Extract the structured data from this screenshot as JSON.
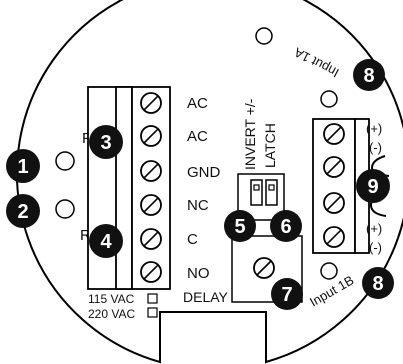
{
  "terminal_labels": [
    "AC",
    "AC",
    "GND",
    "NC",
    "C",
    "NO"
  ],
  "voltage_labels": [
    "115 VAC",
    "220 VAC"
  ],
  "switch_labels": {
    "invert": "INVERT +/-",
    "latch": "LATCH"
  },
  "delay_label": "DELAY",
  "input_labels": {
    "a": "Input 1A",
    "b": "Input 1B"
  },
  "led_labels": {
    "p": "P",
    "r": "R"
  },
  "polarity_labels": [
    "(+)",
    "(-)",
    "(+)",
    "(-)"
  ],
  "callouts": [
    "1",
    "2",
    "3",
    "4",
    "5",
    "6",
    "7",
    "8",
    "8",
    "9"
  ]
}
